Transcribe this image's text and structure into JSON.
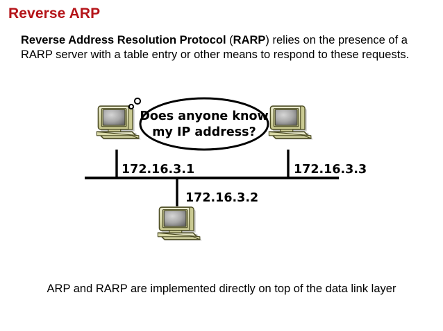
{
  "slide": {
    "title": "Reverse ARP",
    "title_color": "#B51419",
    "background_color": "#FFFFFF"
  },
  "body": {
    "part_bold_1": "Reverse Address Resolution Protocol",
    "part_plain_1": " (",
    "part_bold_2": "RARP",
    "part_plain_2": ") relies on the presence of a RARP server with a table entry or other means to respond to these requests.",
    "full_text": "Reverse Address Resolution Protocol (RARP) relies on the presence of a RARP server with a table entry or other means to respond to these requests."
  },
  "diagram": {
    "type": "network-bus-topology",
    "speech_bubble": {
      "line1": "Does anyone know",
      "line2": "my IP address?",
      "shape": "ellipse",
      "stroke_color": "#000000",
      "fill_color": "#FFFFFF"
    },
    "hosts": [
      {
        "id": "host-left",
        "label": "172.16.3.1",
        "position": "left",
        "has_speech_bubble": true
      },
      {
        "id": "host-right",
        "label": "172.16.3.3",
        "position": "right",
        "has_speech_bubble": false
      },
      {
        "id": "host-bottom",
        "label": "172.16.3.2",
        "position": "bottom",
        "has_speech_bubble": false
      }
    ],
    "bus": {
      "name": "shared-ethernet-segment",
      "orientation": "horizontal",
      "color": "#000000"
    },
    "computer_colors": {
      "case_light": "#E3E3BD",
      "case_mid": "#D2D29A",
      "case_dark": "#9C9C5E",
      "outline": "#4A4A22",
      "screen_light": "#C9C9C9",
      "screen_dark": "#6E6E6E"
    }
  },
  "caption": {
    "text": "ARP and RARP are implemented directly on top of the data link layer"
  }
}
